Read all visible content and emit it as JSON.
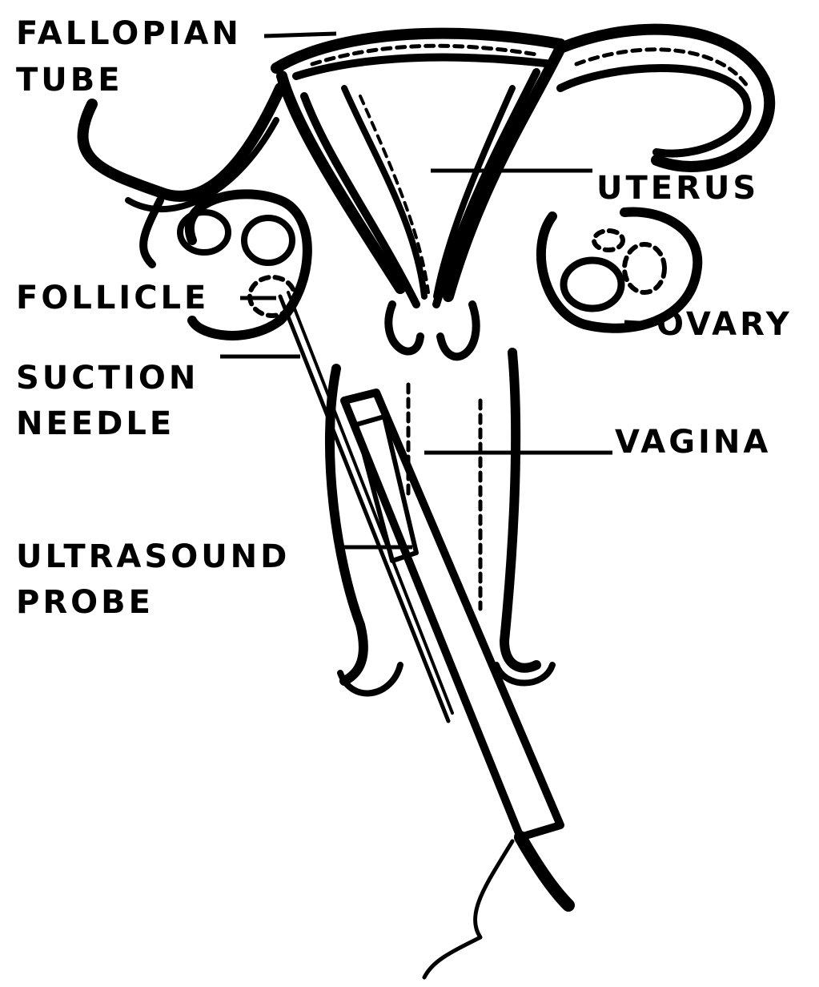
{
  "diagram": {
    "labels": {
      "fallopian_tube_line1": "FALLOPIAN",
      "fallopian_tube_line2": "TUBE",
      "uterus": "UTERUS",
      "follicle": "FOLLICLE",
      "ovary": "OVARY",
      "suction_needle_line1": "SUCTION",
      "suction_needle_line2": "NEEDLE",
      "vagina": "VAGINA",
      "ultrasound_probe_line1": "ULTRASOUND",
      "ultrasound_probe_line2": "PROBE"
    }
  }
}
